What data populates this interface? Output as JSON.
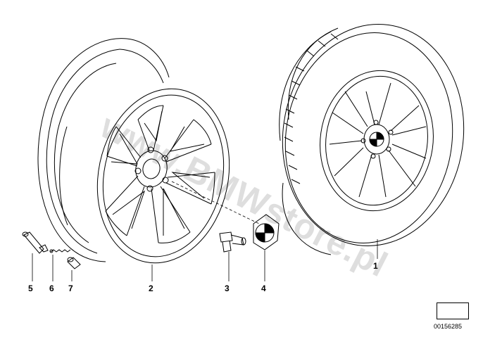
{
  "diagram": {
    "callouts": {
      "c1": "1",
      "c2": "2",
      "c3": "3",
      "c4": "4",
      "c5": "5",
      "c6": "6",
      "c7": "7"
    },
    "watermark": "www.BMWstore.pl",
    "doc_number": "00156285"
  },
  "colors": {
    "line": "#000000",
    "background": "#ffffff"
  },
  "icons": {
    "orientation": "arrow-box-icon"
  }
}
